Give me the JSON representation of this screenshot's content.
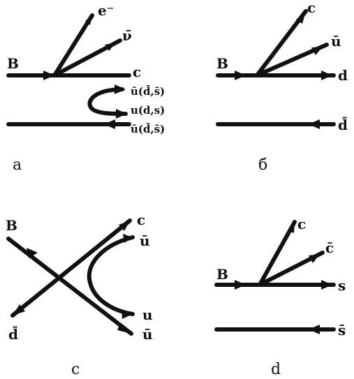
{
  "colors": {
    "ink": "#111111",
    "background": "#ffffff"
  },
  "panels": {
    "a": {
      "caption": "a",
      "b_label": "B",
      "e_label": "e⁻",
      "nu_label": "ν̄",
      "c_label": "c",
      "upper_quark_label": "ū(d̄,s̄)",
      "middle_quark_label": "u(d,s)",
      "lower_quark_label": "ū(d̄,s̄)"
    },
    "b": {
      "caption": "б",
      "b_label": "B",
      "c_label": "c",
      "ubar_label": "ū",
      "d_label": "d",
      "dbar_label": "d̄"
    },
    "c": {
      "caption": "c",
      "b_label": "B",
      "c_label": "c",
      "ubar_top_label": "ū",
      "u_label": "u",
      "ubar_bottom_label": "ū",
      "dbar_label": "d̄"
    },
    "d": {
      "caption": "d",
      "b_label": "B",
      "c_label": "c",
      "cbar_label": "c̄",
      "s_label": "s",
      "sbar_label": "s̄"
    }
  }
}
